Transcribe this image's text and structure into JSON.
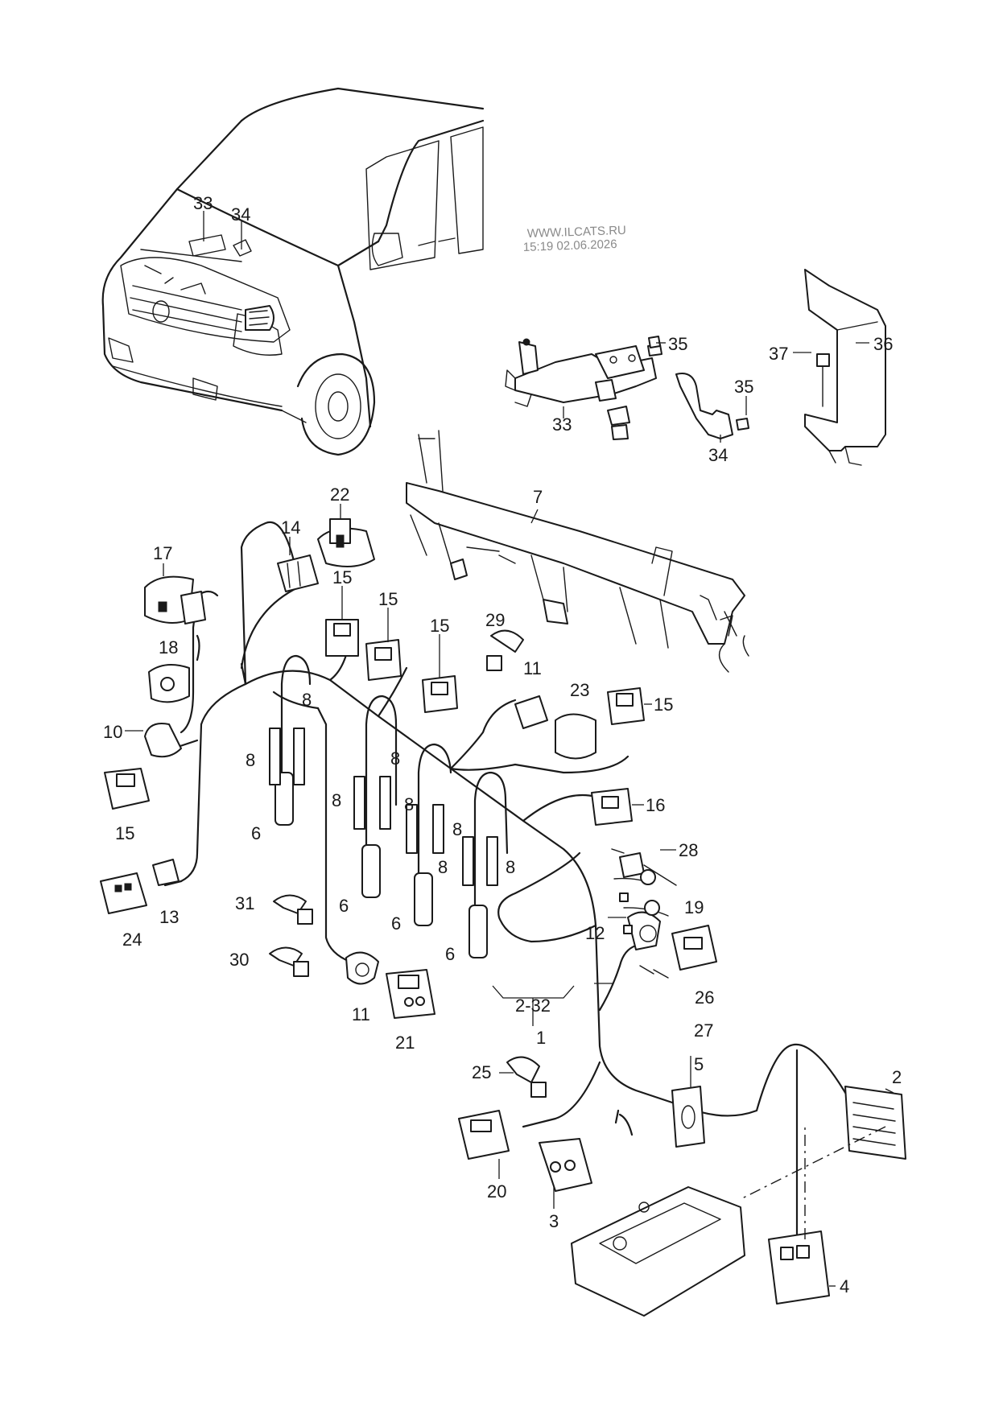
{
  "watermark": {
    "site": "WWW.ILCATS.RU",
    "timestamp": "15:19 02.06.2026"
  },
  "callouts": {
    "c33a": "33",
    "c34a": "34",
    "c35a": "35",
    "c35b": "35",
    "c36": "36",
    "c37": "37",
    "c33b": "33",
    "c34b": "34",
    "c7": "7",
    "c22": "22",
    "c14": "14",
    "c17": "17",
    "c15a": "15",
    "c15b": "15",
    "c15c": "15",
    "c15d": "15",
    "c15e": "15",
    "c29": "29",
    "c11a": "11",
    "c23": "23",
    "c18": "18",
    "c10": "10",
    "c16": "16",
    "c8a": "8",
    "c8b": "8",
    "c8c": "8",
    "c8d": "8",
    "c8e": "8",
    "c8f": "8",
    "c8g": "8",
    "c8h": "8",
    "c6a": "6",
    "c6b": "6",
    "c6c": "6",
    "c6d": "6",
    "c28": "28",
    "c13": "13",
    "c24": "24",
    "c31": "31",
    "c30": "30",
    "c12": "12",
    "c19": "19",
    "c11b": "11",
    "c21": "21",
    "c26": "26",
    "c27": "27",
    "c2-32": "2-32",
    "c1": "1",
    "c25": "25",
    "c5": "5",
    "c2": "2",
    "c20": "20",
    "c3": "3",
    "c4": "4"
  }
}
